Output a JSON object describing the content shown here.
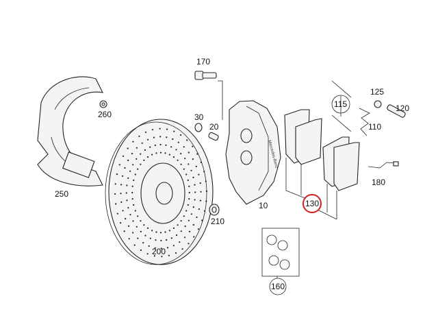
{
  "diagram": {
    "title_text": "",
    "callouts": {
      "p10": "10",
      "p20": "20",
      "p30": "30",
      "p110": "110",
      "p115": "115",
      "p120": "120",
      "p125": "125",
      "p130": "130",
      "p160": "160",
      "p170": "170",
      "p180": "180",
      "p200": "200",
      "p210": "210",
      "p250": "250",
      "p260": "260"
    },
    "highlighted_part": "130",
    "highlight_color": "#cc2222",
    "caliper_logo_text": "Mercedes-Benz"
  }
}
